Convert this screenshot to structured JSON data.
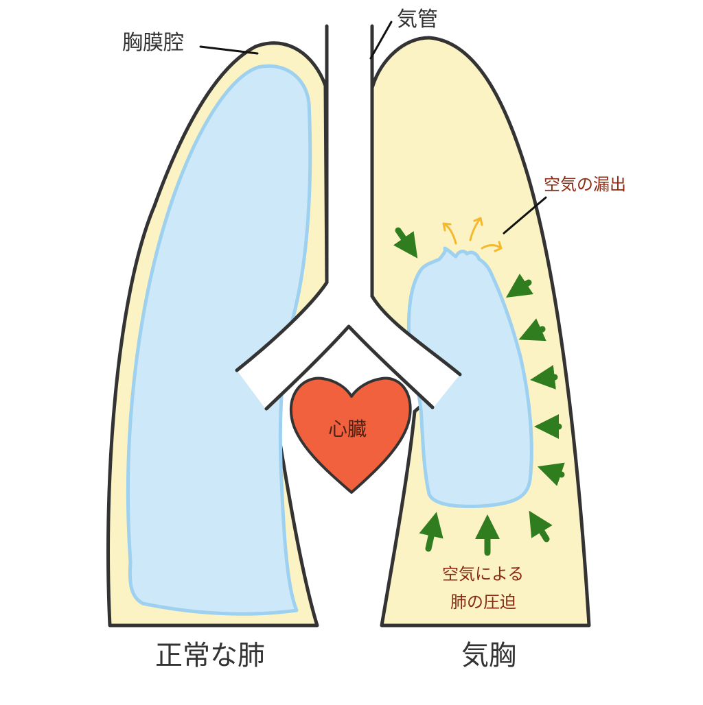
{
  "labels": {
    "pleural_cavity": "胸膜腔",
    "trachea": "気管",
    "air_leak": "空気の漏出",
    "compression_line1": "空気による",
    "compression_line2": "肺の圧迫",
    "heart": "心臓",
    "normal_lung": "正常な肺",
    "pneumothorax": "気胸"
  },
  "colors": {
    "pleura_fill": "#fbf3c4",
    "lung_fill": "#cde8f8",
    "lung_stroke": "#9ed0ef",
    "outline": "#333333",
    "heart_fill": "#f2613e",
    "arrow_green": "#2f7d1e",
    "leak_arrow": "#f5b82e",
    "annotation_text": "#8a2a12"
  },
  "icons": [
    "heart-icon",
    "compression-arrow-icon",
    "air-leak-arrow-icon"
  ]
}
